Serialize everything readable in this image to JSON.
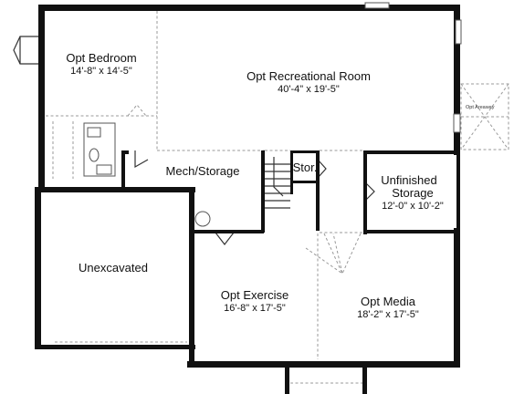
{
  "rooms": {
    "bedroom": {
      "name": "Opt Bedroom",
      "dims": "14'-8\" x 14'-5\""
    },
    "rec": {
      "name": "Opt Recreational Room",
      "dims": "40'-4\" x 19'-5\""
    },
    "mech": {
      "name": "Mech/Storage"
    },
    "stor": {
      "name": "Stor."
    },
    "unfinished": {
      "name_line1": "Unfinished",
      "name_line2": "Storage",
      "dims": "12'-0\" x 10'-2\""
    },
    "unexcavated": {
      "name": "Unexcavated"
    },
    "exercise": {
      "name": "Opt Exercise",
      "dims": "16'-8\" x 17'-5\""
    },
    "media": {
      "name": "Opt Media",
      "dims": "18'-2\" x 17'-5\""
    },
    "areaway": {
      "name": "Opt Areaway"
    }
  },
  "colors": {
    "wall": "#111111",
    "dashed": "#9a9a9a",
    "background": "#ffffff"
  }
}
